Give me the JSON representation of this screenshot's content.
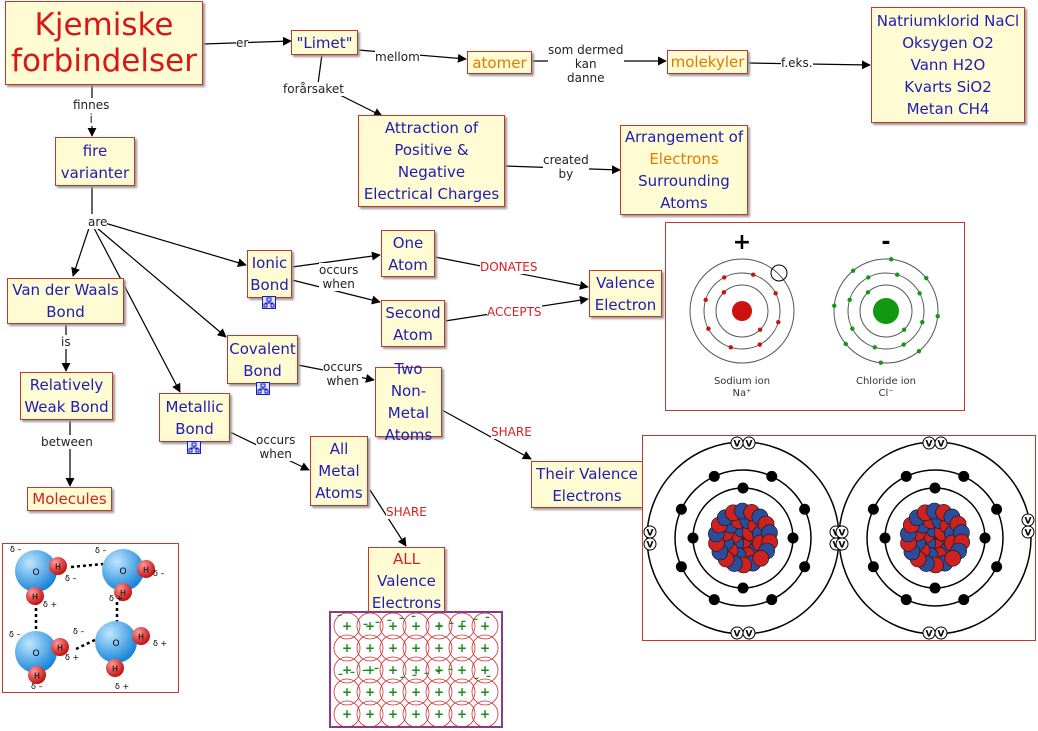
{
  "nodes": {
    "kjemiske": "Kjemiske\nforbindelser",
    "limet": "\"Limet\"",
    "atomer": "atomer",
    "molekyler": "molekyler",
    "examples": "Natriumklorid NaCl\nOksygen O2\nVann H2O\nKvarts SiO2\nMetan CH4",
    "fire": "fire\nvarianter",
    "attraction": "Attraction of\nPositive &\nNegative\nElectrical Charges",
    "arrangement_top": "Arrangement of",
    "arrangement_mid": "Electrons",
    "arrangement_bot": "Surrounding\nAtoms",
    "ionic": "Ionic\nBond",
    "one_atom": "One\nAtom",
    "second_atom": "Second\nAtom",
    "valence": "Valence\nElectron",
    "vdw": "Van der Waals\nBond",
    "weak": "Relatively\nWeak Bond",
    "molecules": "Molecules",
    "covalent": "Covalent\nBond",
    "two_nonmetal": "Two\nNon-Metal\nAtoms",
    "metallic": "Metallic\nBond",
    "all_metal": "All\nMetal\nAtoms",
    "their_valence": "Their Valence\nElectrons",
    "all_valence_top": "ALL",
    "all_valence_bot": "Valence\nElectrons"
  },
  "links": {
    "er": "er",
    "mellom": "mellom",
    "som_dermed": "som dermed\nkan\ndanne",
    "feks": "f.eks.",
    "forarsaket": "forårsaket",
    "finnes": "finnes\ni",
    "created_by": "created\nby",
    "are": "are",
    "occurs_ionic": "occurs\nwhen",
    "donates": "DONATES",
    "accepts": "ACCEPTS",
    "is": "is",
    "between": "between",
    "occurs_covalent": "occurs\nwhen",
    "share_covalent": "SHARE",
    "occurs_metallic": "occurs\nwhen",
    "share_metallic": "SHARE"
  },
  "images": {
    "ion_plus": "+",
    "ion_minus": "-",
    "sodium_label": "Sodium ion",
    "sodium_symbol": "Na⁺",
    "chloride_label": "Chloride ion",
    "chloride_symbol": "Cl⁻",
    "water_o": "O",
    "water_h": "H",
    "delta_minus": "δ –",
    "delta_plus": "δ +",
    "metal_plus": "+",
    "metal_minus": "–",
    "valence_v": "V"
  },
  "colors": {
    "node_fill": "#fffbd2",
    "node_border": "#c0392b",
    "node_text": "#1c1cb8",
    "title_text": "#d81818",
    "orange_text": "#e07a00",
    "link_red": "#d82020",
    "sodium": "#cc1111",
    "chloride": "#119911",
    "proton": "#cc2222",
    "neutron": "#2c4c9c",
    "water_o": "#2a9ee8",
    "water_h": "#dd2222",
    "metal_plus": "#1a8a1a"
  },
  "icons": {
    "concept_map": "concept-map-icon"
  }
}
